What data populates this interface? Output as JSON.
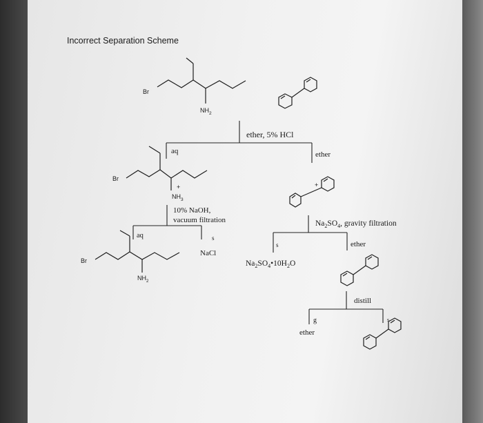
{
  "title": "Incorrect Separation Scheme",
  "atoms": {
    "br": "Br",
    "nh2": "NH",
    "nh2_sub": "2",
    "nh3": "NH",
    "nh3_sub": "3",
    "plus": "+"
  },
  "labels": {
    "ether_hcl": "ether, 5% HCl",
    "aq1": "aq",
    "ether1": "ether",
    "naoh_line1": "10% NaOH,",
    "naoh_line2": "vacuum filtration",
    "aq2": "aq",
    "s1": "s",
    "nacl": "NaCl",
    "na2so4_formula": "Na",
    "na2so4_rest": "SO",
    "na2so4_text": ", gravity filtration",
    "s2": "s",
    "hydrate_rest": "•10H",
    "hydrate_end": "O",
    "sub_2": "2",
    "sub_4": "4",
    "ether2": "ether",
    "distill": "distill",
    "g": "g",
    "ether3": "ether",
    "s3": "s"
  }
}
